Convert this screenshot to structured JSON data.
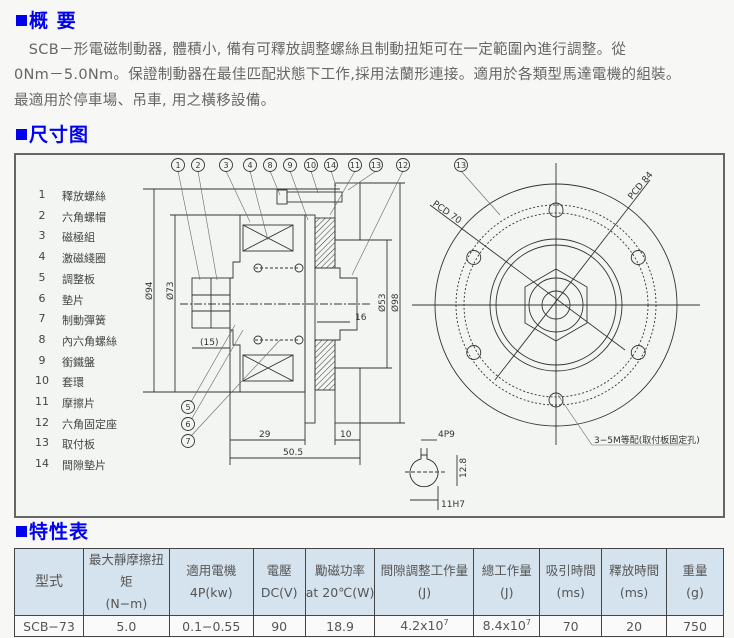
{
  "overview": {
    "heading": "概 要",
    "lines": [
      "　SCB－形電磁制動器, 體積小, 備有可釋放調整螺絲且制動扭矩可在一定範圍內進行調整。從",
      "0Nm－5.0Nm。保證制動器在最佳匹配狀態下工作,採用法蘭形連接。適用於各類型馬達電機的組裝。",
      "最適用於停車場、吊車, 用之橫移設備。"
    ]
  },
  "dimensions": {
    "heading": "尺寸图",
    "parts": [
      {
        "no": "1",
        "name": "釋放螺絲"
      },
      {
        "no": "2",
        "name": "六角螺帽"
      },
      {
        "no": "3",
        "name": "磁極組"
      },
      {
        "no": "4",
        "name": "激磁綫圈"
      },
      {
        "no": "5",
        "name": "調整板"
      },
      {
        "no": "6",
        "name": "墊片"
      },
      {
        "no": "7",
        "name": "制動彈簧"
      },
      {
        "no": "8",
        "name": "內六角螺絲"
      },
      {
        "no": "9",
        "name": "銜鐵盤"
      },
      {
        "no": "10",
        "name": "套環"
      },
      {
        "no": "11",
        "name": "摩擦片"
      },
      {
        "no": "12",
        "name": "六角固定座"
      },
      {
        "no": "13",
        "name": "取付板"
      },
      {
        "no": "14",
        "name": "間隙墊片"
      }
    ],
    "balloons_top": [
      "1",
      "2",
      "3",
      "4",
      "8",
      "9",
      "10",
      "14",
      "11",
      "13",
      "12"
    ],
    "balloons_bottom": [
      "5",
      "6",
      "7"
    ],
    "front_balloon": "13",
    "labels": {
      "d94": "Ø94",
      "d73": "Ø73",
      "d53": "Ø53",
      "d98": "Ø98",
      "l15": "(15)",
      "l16": "16",
      "l29": "29",
      "l10": "10",
      "l50": "50.5",
      "pcd70": "PCD 70",
      "pcd84": "PCD 84",
      "holes": "3−5M等配(取付板固定孔)",
      "key_w": "4P9",
      "key_h": "12.8",
      "bore": "11H7"
    }
  },
  "specs": {
    "heading": "特性表",
    "headers": [
      [
        "型式",
        ""
      ],
      [
        "最大靜摩擦扭矩",
        "(N−m)"
      ],
      [
        "適用電機",
        "4P(kw)"
      ],
      [
        "電壓",
        "DC(V)"
      ],
      [
        "勵磁功率",
        "at 20℃(W)"
      ],
      [
        "間隙調整工作量",
        "(J)"
      ],
      [
        "總工作量",
        "(J)"
      ],
      [
        "吸引時間",
        "(ms)"
      ],
      [
        "釋放時間",
        "(ms)"
      ],
      [
        "重量",
        "(g)"
      ]
    ],
    "row": {
      "model": "SCB−73",
      "torque": "5.0",
      "motor": "0.1−0.55",
      "voltage": "90",
      "power": "18.9",
      "gap_base": "4.2x10",
      "gap_exp": "7",
      "total_base": "8.4x10",
      "total_exp": "7",
      "pull": "70",
      "release": "20",
      "weight": "750"
    }
  }
}
